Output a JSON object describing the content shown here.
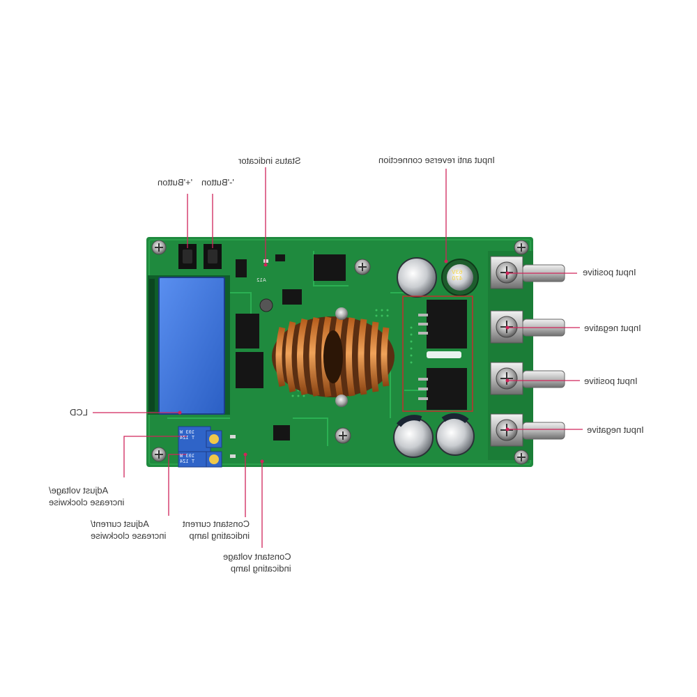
{
  "colors": {
    "leader": "#d0245a",
    "pcb": "#1f8a3e",
    "lcd": "#3f74d6",
    "copper": "#c9722b"
  },
  "labels": {
    "status_indicator": "Status indicator",
    "input_anti_reverse": "Input anti reverse connection",
    "minus_button": "'-'Button",
    "plus_button": "'+'Button",
    "input_positive_1": "Input positive",
    "input_negative_1": "Input negative",
    "input_positive_2": "Input positive",
    "input_negative_2": "Input negative",
    "lcd": "LCD",
    "adjust_voltage": "Adjust voltage/\nincrease clockwise",
    "adjust_current": "Adjust current/\nincrease clockwise",
    "cc_lamp": "Constant current\nindicating lamp",
    "cv_lamp": "Constant voltage\nindicating lamp"
  },
  "board_markings": {
    "pot_top": "103 W\nT 1Z4",
    "pot_bottom": "103 W\nT 1Z4",
    "cap_top": "63V\n470",
    "inductor_id": "A12"
  }
}
